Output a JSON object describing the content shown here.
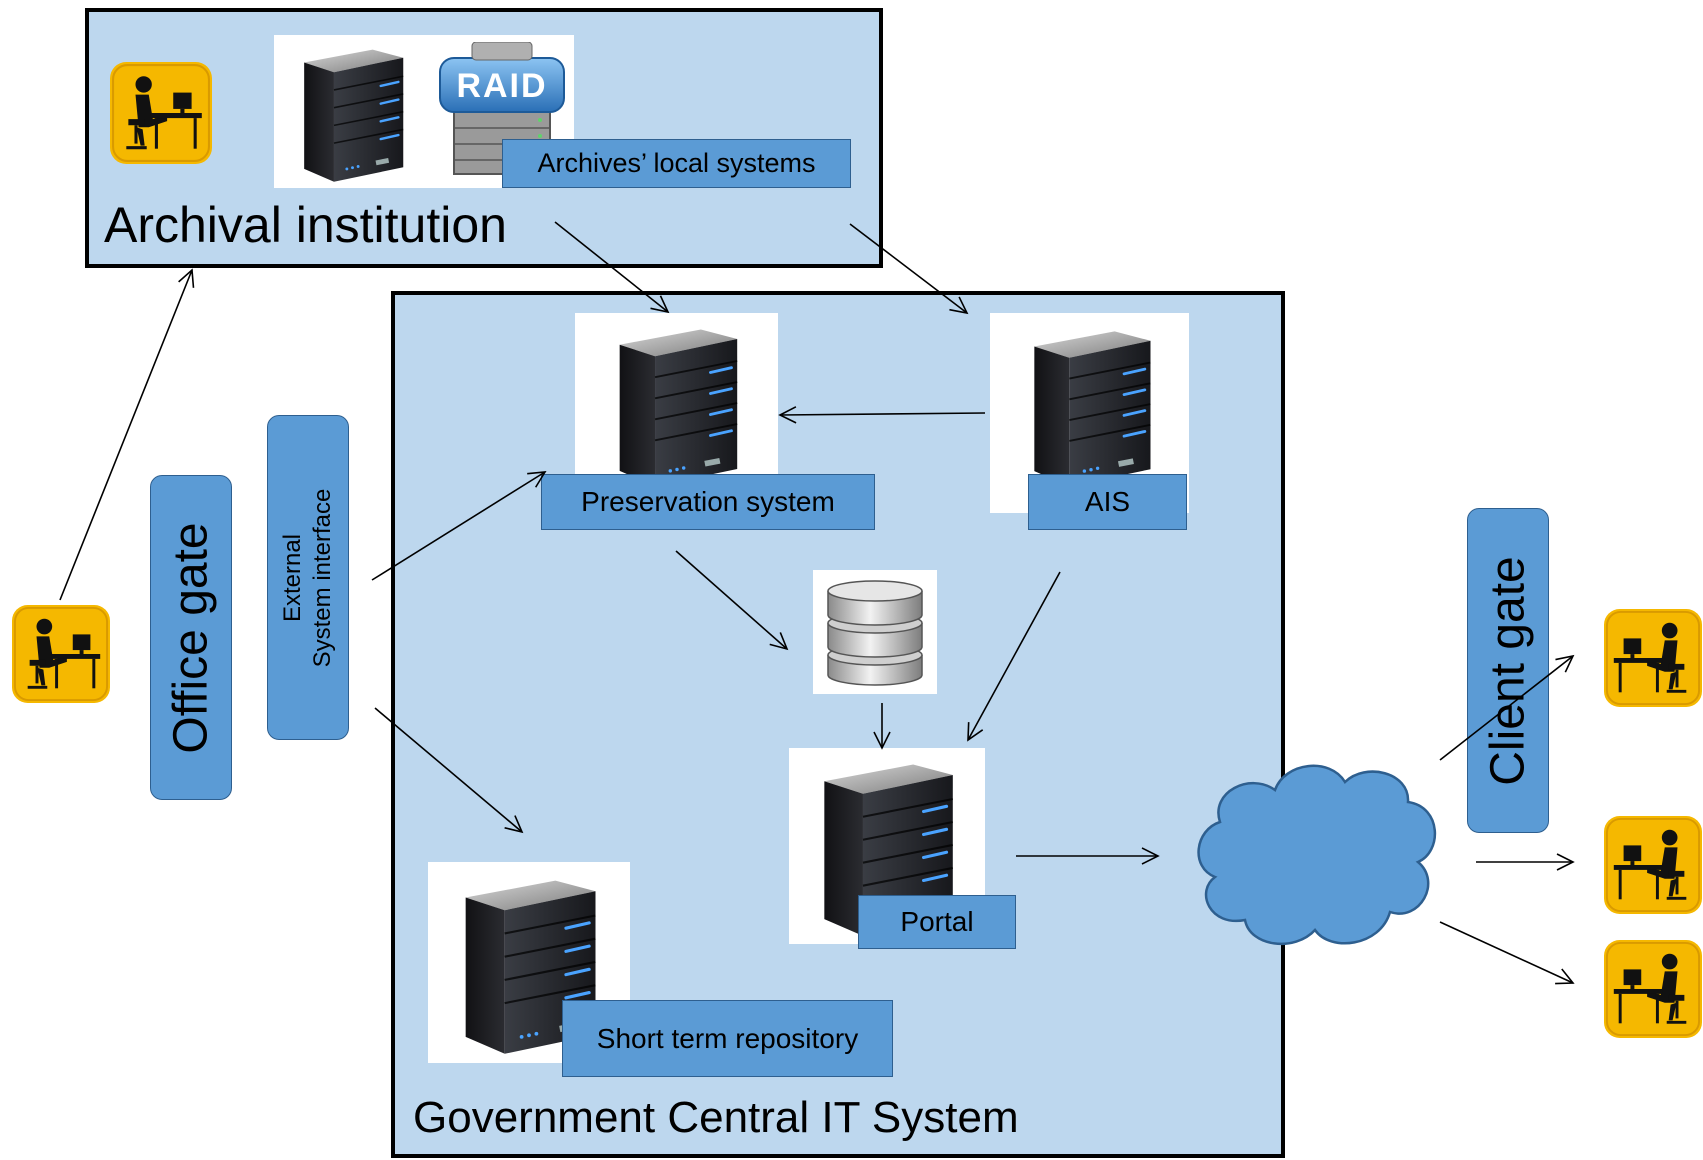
{
  "archival": {
    "title": "Archival institution",
    "local_systems_label": "Archives’ local systems",
    "raid_text": "RAID"
  },
  "central": {
    "title": "Government Central IT System",
    "preservation_label": "Preservation system",
    "ais_label": "AIS",
    "portal_label": "Portal",
    "short_term_label": "Short term repository"
  },
  "gates": {
    "office": "Office gate",
    "external_line1": "External",
    "external_line2": "System interface",
    "client": "Client gate"
  },
  "colors": {
    "box_fill": "#bdd7ee",
    "label_fill": "#5b9bd5",
    "cloud_fill": "#5b9bd5",
    "user_icon_bg": "#f5b800"
  },
  "icons": {
    "user": "user-at-desk-icon",
    "server": "server-tower-icon",
    "raid": "raid-storage-icon",
    "database": "database-icon",
    "cloud": "cloud-icon"
  }
}
